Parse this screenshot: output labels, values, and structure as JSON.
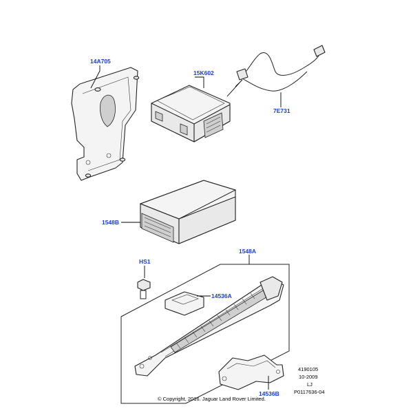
{
  "callouts": {
    "bracket": "14A705",
    "module_upper": "15K602",
    "antenna_cable": "7E731",
    "module_lower": "1548B",
    "screw": "HS1",
    "kit": "1548A",
    "clip": "14536A",
    "mount_bracket": "14536B"
  },
  "meta": {
    "code": "4190105",
    "date": "10-2009",
    "initials": "LJ",
    "ref": "P0117636-04"
  },
  "copyright": "© Copyright, 2016. Jaguar Land Rover Limited."
}
